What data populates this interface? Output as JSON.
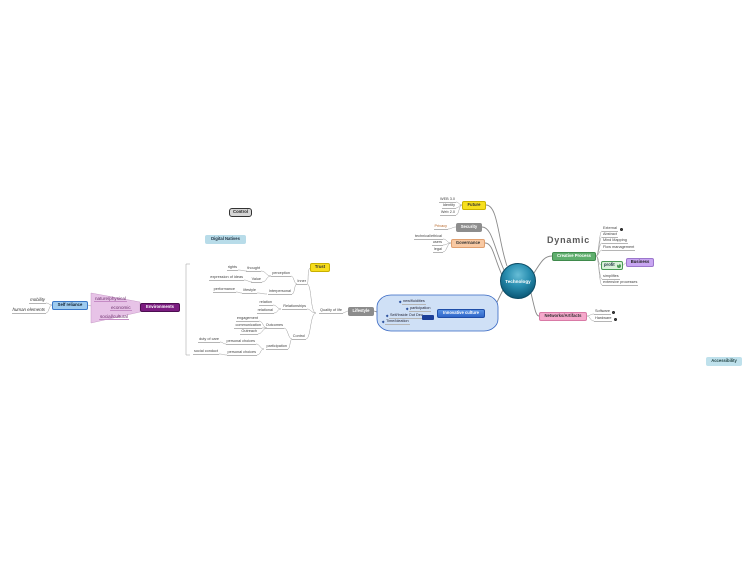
{
  "central": "Technology",
  "heading": "Dynamic",
  "control_node": "Control",
  "digital_natives": "Digital Natives",
  "trust": "Trust",
  "accessibility": "Accessibility",
  "future": {
    "label": "Future",
    "items": [
      "WEB 3.0",
      "Identity",
      "Web 2.0"
    ]
  },
  "security": {
    "label": "Security",
    "items": [
      "Privacy"
    ]
  },
  "governance": {
    "label": "Governance",
    "items": [
      "technical/ethical",
      "users",
      "legal"
    ]
  },
  "creative_process": {
    "label": "Creative Process",
    "items": [
      "External",
      "Abstract",
      "Mind Mapping",
      "Flow management"
    ],
    "profit": "profit",
    "lower_items": [
      "simplifies",
      "extensive processes"
    ]
  },
  "business": "Business",
  "networks": {
    "label": "Networks/Artifacts",
    "items": [
      "Software",
      "Hardware"
    ]
  },
  "innovative_culture": {
    "label": "Innovative culture",
    "items": [
      "new/fluidities",
      "participation",
      "Self/Inside Out Dev.",
      "Time/ideation"
    ]
  },
  "lifestyle": {
    "label": "Lifestyle",
    "quality_of_life": "Quality of life",
    "inner": "Inner",
    "perception": "perception",
    "thought": "thought",
    "rights": "rights",
    "value": "Value",
    "expression": "expression of ideas",
    "interpersonal": "Interpersonal",
    "lifestyle_sub": "lifestyle",
    "performance": "performance",
    "relationships": "Relationships",
    "relation": "relation",
    "relational": "relational",
    "control": "Control",
    "outcomes": "Outcomes",
    "engagement": "engagement",
    "communication": "communication",
    "outreach": "Outreach",
    "participation": "participation",
    "personal_choices": [
      "personal choices",
      "personal choices"
    ],
    "duty_of_care": "duty of care",
    "social_conduct": "social conduct"
  },
  "environments": {
    "label": "Environments",
    "items": [
      "nature/physical",
      "economic",
      "social/cultural"
    ]
  },
  "self_reliance": {
    "label": "Self reliance",
    "items": [
      "mobility",
      "human elements"
    ]
  },
  "colors": {
    "technology": "#1f7a99",
    "environments": "#7b1c80",
    "creative_process": "#5fae6d",
    "innovative_culture": "#3b74d4"
  }
}
